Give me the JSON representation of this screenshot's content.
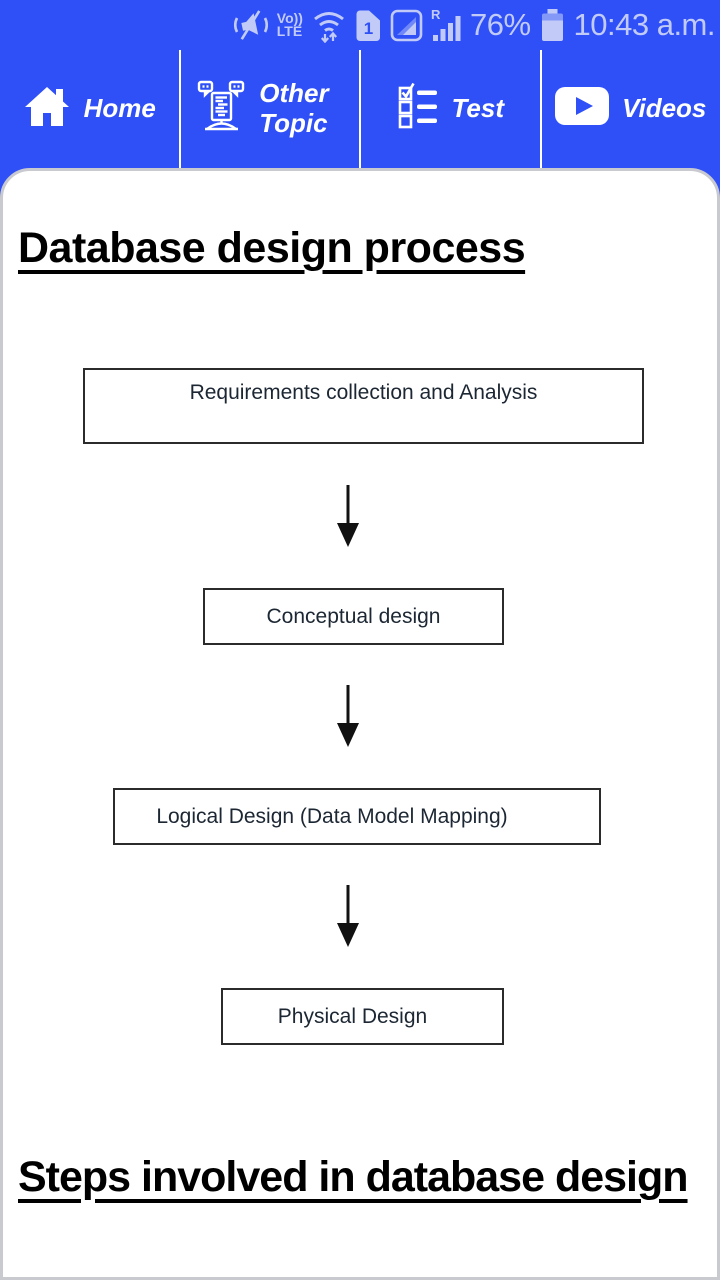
{
  "status_bar": {
    "volte_top": "Vo))",
    "volte_bottom": "LTE",
    "sim_number": "1",
    "roaming_letter": "R",
    "battery_percent": "76%",
    "time": "10:43 a.m."
  },
  "nav": {
    "items": [
      {
        "label": "Home",
        "icon": "home-icon"
      },
      {
        "label": "Other Topic",
        "icon": "other-topic-icon"
      },
      {
        "label": "Test",
        "icon": "test-icon"
      },
      {
        "label": "Videos",
        "icon": "videos-icon"
      }
    ]
  },
  "page": {
    "title": "Database design process",
    "footer_heading": "Steps involved in database design"
  },
  "flowchart": {
    "steps": [
      {
        "label": "Requirements collection and Analysis"
      },
      {
        "label": "Conceptual design"
      },
      {
        "label": "Logical Design (Data Model Mapping)"
      },
      {
        "label": "Physical Design"
      }
    ]
  },
  "colors": {
    "primary_blue": "#2F50F7",
    "status_content": "#C2CBF8",
    "nav_text": "#FFFFFF",
    "card_background": "#FFFFFF",
    "card_border": "#C8CACF",
    "flow_box_border": "#2B2B2B",
    "flow_box_text": "#1C2733",
    "heading_text": "#000000"
  }
}
